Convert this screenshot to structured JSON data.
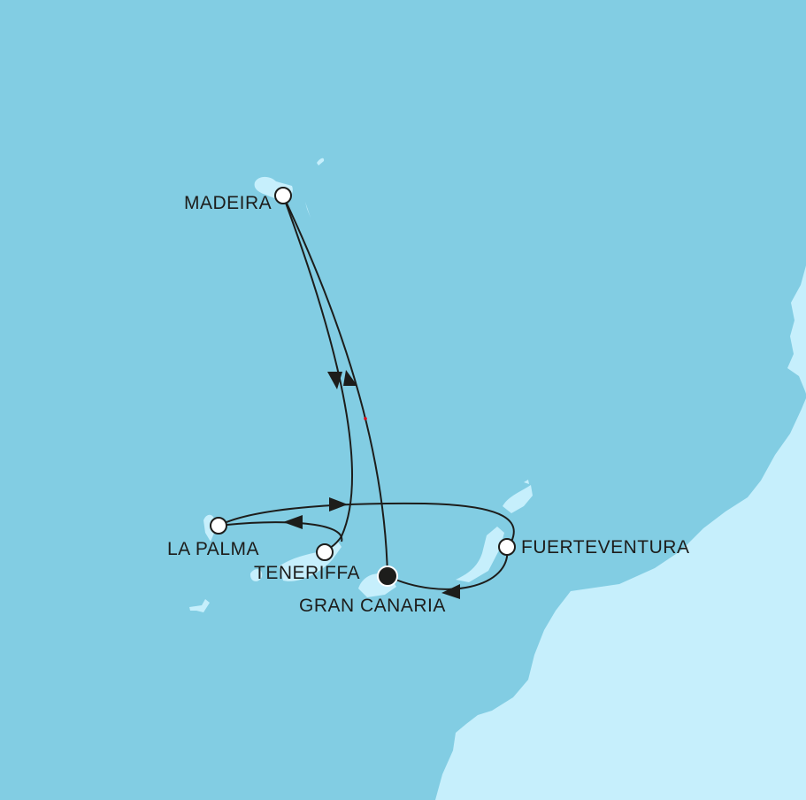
{
  "map": {
    "colors": {
      "sea": "#82cde3",
      "land": "#c6effc",
      "route": "#1d1d1b",
      "port": "#ffffff",
      "home_port": "#1d1d1b"
    },
    "ports": [
      {
        "id": "madeira",
        "name": "MADEIRA",
        "type": "port"
      },
      {
        "id": "tenerife",
        "name": "TENERIFFA",
        "type": "port"
      },
      {
        "id": "lapalma",
        "name": "LA PALMA",
        "type": "port"
      },
      {
        "id": "fuerteventura",
        "name": "FUERTEVENTURA",
        "type": "port"
      },
      {
        "id": "grancanaria",
        "name": "GRAN CANARIA",
        "type": "home-port"
      }
    ]
  }
}
